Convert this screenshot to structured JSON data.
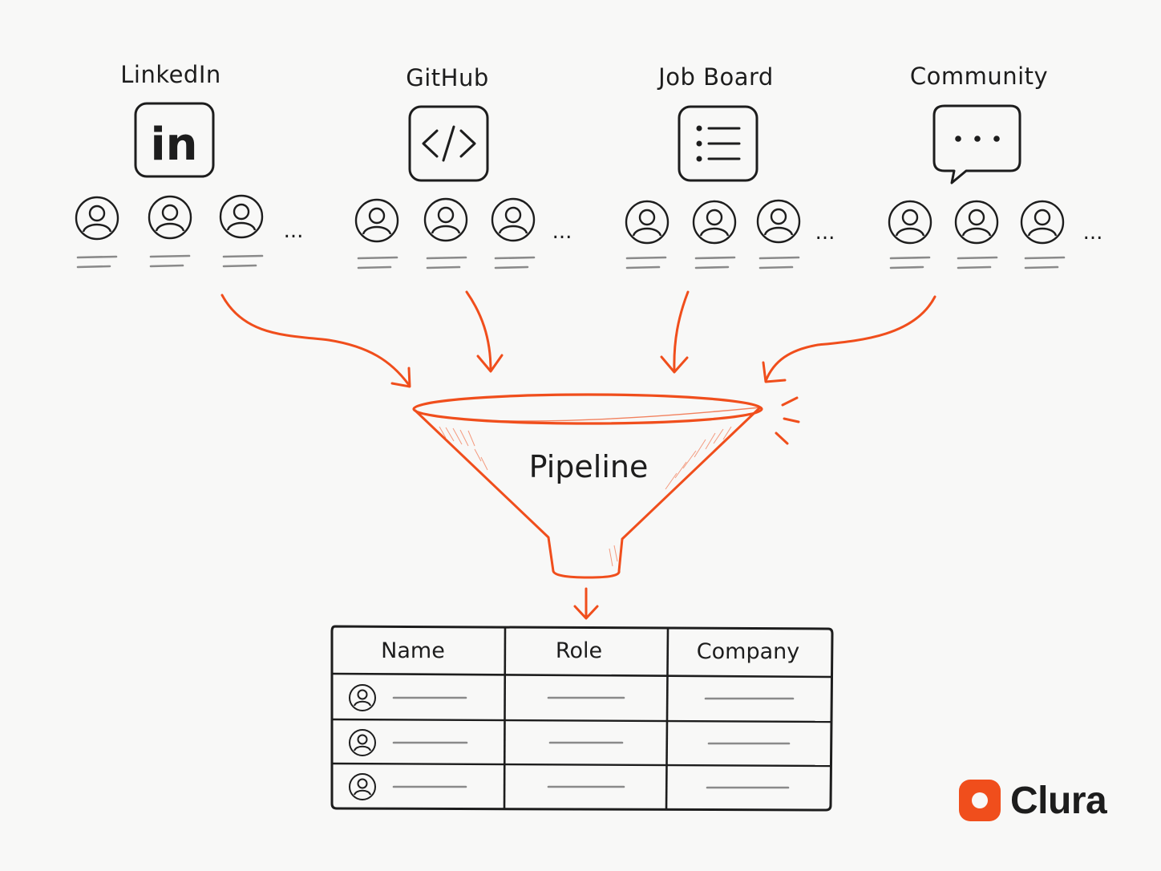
{
  "sources": [
    {
      "label": "LinkedIn",
      "icon": "linkedin-icon",
      "glyph": "in"
    },
    {
      "label": "GitHub",
      "icon": "code-icon"
    },
    {
      "label": "Job Board",
      "icon": "list-icon"
    },
    {
      "label": "Community",
      "icon": "chat-bubble-icon"
    }
  ],
  "more_marker": "...",
  "funnel": {
    "label": "Pipeline"
  },
  "table": {
    "columns": [
      "Name",
      "Role",
      "Company"
    ],
    "row_count": 3
  },
  "brand": {
    "name": "Clura"
  },
  "colors": {
    "accent": "#f04e1c",
    "ink": "#1d1d1d",
    "placeholder_line": "#8a8a8a",
    "background": "#f8f8f7"
  }
}
